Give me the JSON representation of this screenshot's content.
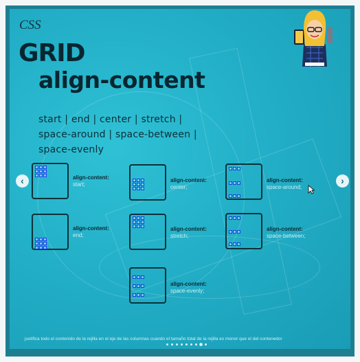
{
  "slide": {
    "css_label": "CSS",
    "title": "GRID",
    "subtitle": "align-content",
    "values_lines": [
      "start | end | center | stretch |",
      "space-around | space-between |",
      "space-evenly"
    ],
    "footer": "justifica todo el contenido de la rejilla en el eje de las columnas cuando el tamaño total de la rejilla es menor que el del contenedor"
  },
  "examples": [
    {
      "label": "align-content:",
      "value": "start;"
    },
    {
      "label": "align-content:",
      "value": "center;"
    },
    {
      "label": "align-content:",
      "value": "space-around;"
    },
    {
      "label": "align-content:",
      "value": "end;"
    },
    {
      "label": "align-content:",
      "value": "stretch;"
    },
    {
      "label": "align-content:",
      "value": "space-between;"
    },
    {
      "label": "align-content:",
      "value": "space-evenly;"
    }
  ],
  "carousel": {
    "prev_icon": "chevron-left-icon",
    "next_icon": "chevron-right-icon",
    "dots_count": 9,
    "active_dot": 7
  },
  "colors": {
    "slide_bg": "#22afc7",
    "frame": "#1d7e92",
    "title": "#082630",
    "cell_border": "#1c3ee8"
  }
}
